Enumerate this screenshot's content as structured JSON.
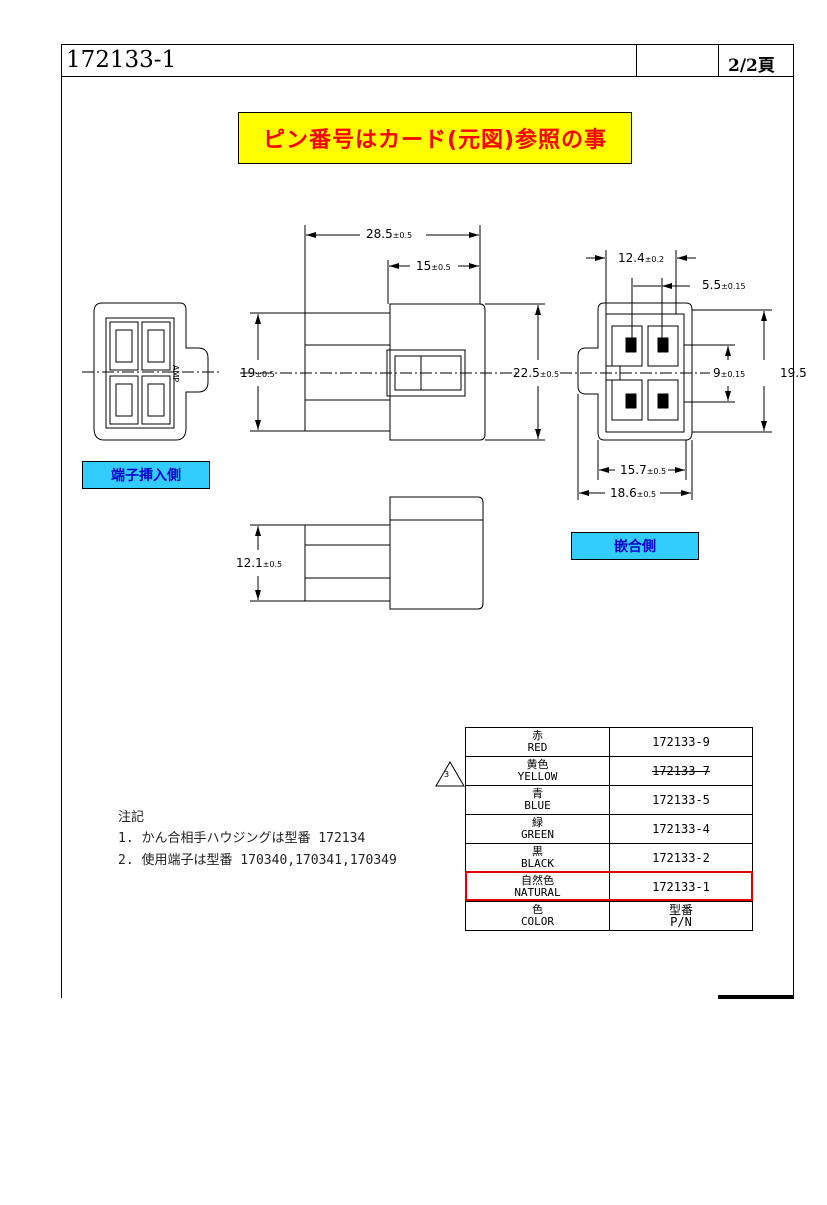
{
  "header": {
    "part_number": "172133-1",
    "page": "2/2頁"
  },
  "banner": "ピン番号はカード(元図)参照の事",
  "labels": {
    "insertion_side": "端子挿入側",
    "mating_side": "嵌合側",
    "amp_mark": "AMP"
  },
  "dimensions": {
    "overall_length": "28.5",
    "overall_length_tol": "±0.5",
    "body_length": "15",
    "body_length_tol": "±0.5",
    "body_height": "19",
    "body_height_tol": "±0.5",
    "flange_height": "22.5",
    "flange_height_tol": "±0.5",
    "depth": "12.1",
    "depth_tol": "±0.5",
    "pitch_outer": "12.4",
    "pitch_outer_tol": "±0.2",
    "pitch_inner": "5.5",
    "pitch_inner_tol": "±0.15",
    "row_pitch": "9",
    "row_pitch_tol": "±0.15",
    "front_height": "19.5",
    "front_width_inner": "15.7",
    "front_width_inner_tol": "±0.5",
    "front_width_outer": "18.6",
    "front_width_outer_tol": "±0.5"
  },
  "notes": {
    "title": "注記",
    "items": [
      "1.  かん合相手ハウジングは型番 172134",
      "2.  使用端子は型番 170340,170341,170349"
    ]
  },
  "revision_mark": "3",
  "color_table": {
    "rows": [
      {
        "jp": "赤",
        "en": "RED",
        "pn": "172133-9",
        "struck": false
      },
      {
        "jp": "黄色",
        "en": "YELLOW",
        "pn": "172133-7",
        "struck": true
      },
      {
        "jp": "青",
        "en": "BLUE",
        "pn": "172133-5",
        "struck": false
      },
      {
        "jp": "緑",
        "en": "GREEN",
        "pn": "172133-4",
        "struck": false
      },
      {
        "jp": "黒",
        "en": "BLACK",
        "pn": "172133-2",
        "struck": false
      },
      {
        "jp": "自然色",
        "en": "NATURAL",
        "pn": "172133-1",
        "struck": false
      }
    ],
    "header": {
      "jp": "色",
      "en": "COLOR",
      "pn_jp": "型番",
      "pn_en": "P/N"
    },
    "highlight_color": "#e00000"
  },
  "colors": {
    "banner_bg": "#ffff00",
    "banner_text": "#ff0000",
    "label_bg": "#33ccff",
    "label_text": "#0000cc"
  }
}
